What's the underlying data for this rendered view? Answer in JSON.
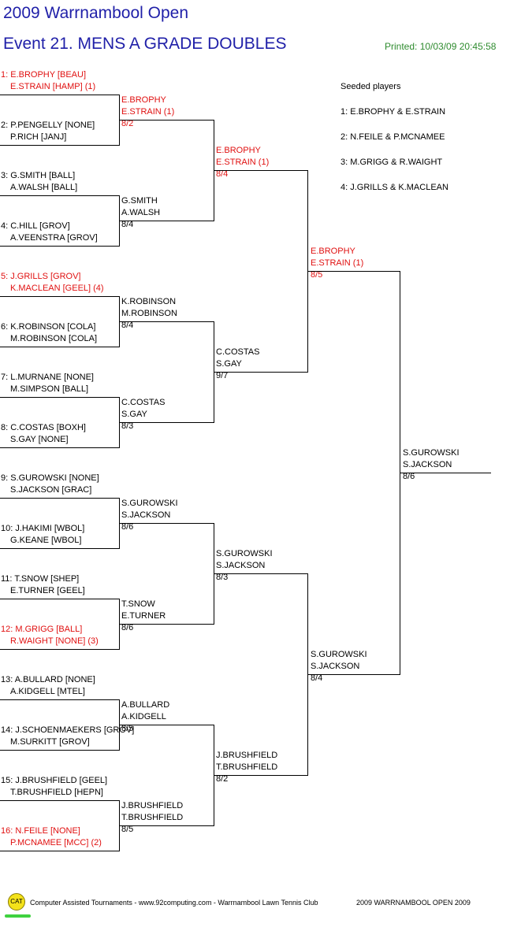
{
  "header": {
    "title": "2009 Warrnambool Open",
    "event": "Event 21. MENS A GRADE DOUBLES",
    "printed": "Printed: 10/03/09 20:45:58"
  },
  "seeded": {
    "heading": "Seeded players",
    "items": [
      "1: E.BROPHY & E.STRAIN",
      "2: N.FEILE & P.MCNAMEE",
      "3: M.GRIGG & R.WAIGHT",
      "4: J.GRILLS & K.MACLEAN"
    ]
  },
  "round1": [
    {
      "l1": "1: E.BROPHY [BEAU]",
      "l2": "E.STRAIN [HAMP] (1)",
      "seeded": true
    },
    {
      "l1": "2: P.PENGELLY [NONE]",
      "l2": "P.RICH [JANJ]",
      "seeded": false
    },
    {
      "l1": "3: G.SMITH [BALL]",
      "l2": "A.WALSH [BALL]",
      "seeded": false
    },
    {
      "l1": "4: C.HILL [GROV]",
      "l2": "A.VEENSTRA [GROV]",
      "seeded": false
    },
    {
      "l1": "5: J.GRILLS [GROV]",
      "l2": "K.MACLEAN [GEEL] (4)",
      "seeded": true
    },
    {
      "l1": "6: K.ROBINSON [COLA]",
      "l2": "M.ROBINSON [COLA]",
      "seeded": false
    },
    {
      "l1": "7: L.MURNANE [NONE]",
      "l2": "M.SIMPSON [BALL]",
      "seeded": false
    },
    {
      "l1": "8: C.COSTAS [BOXH]",
      "l2": "S.GAY [NONE]",
      "seeded": false
    },
    {
      "l1": "9: S.GUROWSKI [NONE]",
      "l2": "S.JACKSON [GRAC]",
      "seeded": false
    },
    {
      "l1": "10: J.HAKIMI [WBOL]",
      "l2": "G.KEANE [WBOL]",
      "seeded": false
    },
    {
      "l1": "11: T.SNOW [SHEP]",
      "l2": "E.TURNER [GEEL]",
      "seeded": false
    },
    {
      "l1": "12: M.GRIGG [BALL]",
      "l2": "R.WAIGHT [NONE] (3)",
      "seeded": true
    },
    {
      "l1": "13: A.BULLARD [NONE]",
      "l2": "A.KIDGELL [MTEL]",
      "seeded": false
    },
    {
      "l1": "14: J.SCHOENMAEKERS [GROV]",
      "l2": "M.SURKITT [GROV]",
      "seeded": false
    },
    {
      "l1": "15: J.BRUSHFIELD [GEEL]",
      "l2": "T.BRUSHFIELD [HEPN]",
      "seeded": false
    },
    {
      "l1": "16: N.FEILE [NONE]",
      "l2": "P.MCNAMEE [MCC] (2)",
      "seeded": true
    }
  ],
  "round2": [
    {
      "l1": "E.BROPHY",
      "l2": "E.STRAIN (1)",
      "score": "8/2",
      "seeded": true
    },
    {
      "l1": "G.SMITH",
      "l2": "A.WALSH",
      "score": "8/4",
      "seeded": false
    },
    {
      "l1": "K.ROBINSON",
      "l2": "M.ROBINSON",
      "score": "8/4",
      "seeded": false
    },
    {
      "l1": "C.COSTAS",
      "l2": "S.GAY",
      "score": "8/3",
      "seeded": false
    },
    {
      "l1": "S.GUROWSKI",
      "l2": "S.JACKSON",
      "score": "8/6",
      "seeded": false
    },
    {
      "l1": "T.SNOW",
      "l2": "E.TURNER",
      "score": "8/6",
      "seeded": false
    },
    {
      "l1": "A.BULLARD",
      "l2": "A.KIDGELL",
      "score": "8/5",
      "seeded": false
    },
    {
      "l1": "J.BRUSHFIELD",
      "l2": "T.BRUSHFIELD",
      "score": "8/5",
      "seeded": false
    }
  ],
  "round3": [
    {
      "l1": "E.BROPHY",
      "l2": "E.STRAIN (1)",
      "score": "8/4",
      "seeded": true
    },
    {
      "l1": "C.COSTAS",
      "l2": "S.GAY",
      "score": "9/7",
      "seeded": false
    },
    {
      "l1": "S.GUROWSKI",
      "l2": "S.JACKSON",
      "score": "8/3",
      "seeded": false
    },
    {
      "l1": "J.BRUSHFIELD",
      "l2": "T.BRUSHFIELD",
      "score": "8/2",
      "seeded": false
    }
  ],
  "round4": [
    {
      "l1": "E.BROPHY",
      "l2": "E.STRAIN (1)",
      "score": "8/5",
      "seeded": true
    },
    {
      "l1": "S.GUROWSKI",
      "l2": "S.JACKSON",
      "score": "8/4",
      "seeded": false
    }
  ],
  "round5": [
    {
      "l1": "S.GUROWSKI",
      "l2": "S.JACKSON",
      "score": "8/6",
      "seeded": false
    }
  ],
  "footer": {
    "logo_text": "CAT",
    "text1": "Computer Assisted Tournaments - www.92computing.com -  Warrnambool Lawn Tennis Club",
    "text2": "2009 WARRNAMBOOL OPEN 2009"
  }
}
